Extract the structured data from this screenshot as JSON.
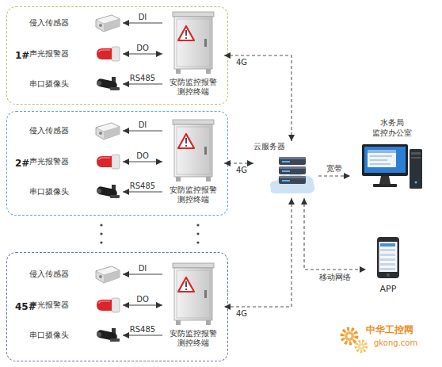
{
  "diagram": {
    "nodes": [
      {
        "text": [
          "1#"
        ]
      },
      {
        "text": [
          "侵入传感器"
        ],
        "in": 0
      },
      {
        "text": [
          "声光报警器"
        ],
        "in": 0
      },
      {
        "text": [
          "串口摄像头"
        ],
        "in": 0
      },
      {
        "text": [
          "安防监控报警 测控终端"
        ],
        "in": 0
      },
      {
        "text": [
          "2#"
        ]
      },
      {
        "text": [
          "侵入传感器"
        ],
        "in": 5
      },
      {
        "text": [
          "声光报警器"
        ],
        "in": 5
      },
      {
        "text": [
          "串口摄像头"
        ],
        "in": 5
      },
      {
        "text": [
          "安防监控报警 测控终端"
        ],
        "in": 5
      },
      {
        "text": [
          "45#"
        ]
      },
      {
        "text": [
          "侵入传感器"
        ],
        "in": 10
      },
      {
        "text": [
          "声光报警器"
        ],
        "in": 10
      },
      {
        "text": [
          "串口摄像头"
        ],
        "in": 10
      },
      {
        "text": [
          "安防监控报警 测控终端"
        ],
        "in": 10
      },
      {
        "text": [
          "云服务器"
        ]
      },
      {
        "text": [
          "水务局 监控办公室"
        ]
      },
      {
        "text": [
          "APP"
        ]
      }
    ],
    "edges": [
      {
        "from": 4,
        "to": 1,
        "arrow": "to",
        "label": "DI"
      },
      {
        "from": 4,
        "to": 2,
        "arrow": "both",
        "label": "DO"
      },
      {
        "from": 4,
        "to": 3,
        "arrow": "to",
        "label": "RS485"
      },
      {
        "from": 9,
        "to": 6,
        "arrow": "to",
        "label": "DI"
      },
      {
        "from": 9,
        "to": 7,
        "arrow": "both",
        "label": "DO"
      },
      {
        "from": 9,
        "to": 8,
        "arrow": "to",
        "label": "RS485"
      },
      {
        "from": 14,
        "to": 11,
        "arrow": "to",
        "label": "DI"
      },
      {
        "from": 14,
        "to": 12,
        "arrow": "both",
        "label": "DO"
      },
      {
        "from": 14,
        "to": 13,
        "arrow": "to",
        "label": "RS485"
      },
      {
        "from": 15,
        "to": 4,
        "arrow": "both",
        "label": "4G"
      },
      {
        "from": 15,
        "to": 9,
        "arrow": "both",
        "label": "4G"
      },
      {
        "from": 15,
        "to": 14,
        "arrow": "both",
        "label": "4G"
      },
      {
        "from": 15,
        "to": 16,
        "arrow": "to",
        "label": "宽带"
      },
      {
        "from": 15,
        "to": 17,
        "arrow": "both",
        "label": "移动网络"
      }
    ],
    "labels": [
      "中华工控网",
      "gkong.com"
    ]
  }
}
